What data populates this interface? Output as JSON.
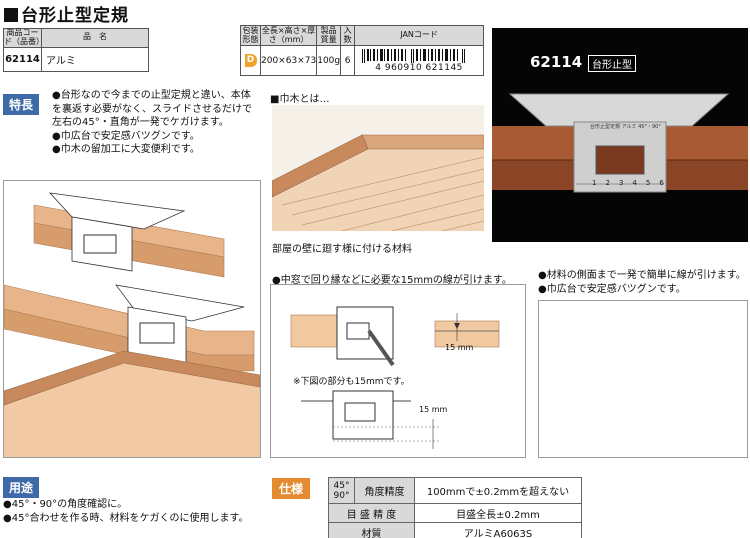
{
  "title": "台形止型定規",
  "product_table": {
    "headers": [
      "商品コード（品番）",
      "品　名"
    ],
    "row": [
      "62114",
      "アルミ"
    ]
  },
  "pack_table": {
    "headers": [
      "包装形態",
      "全長×高さ×厚さ（mm）",
      "製品質量",
      "入数",
      "JANコード"
    ],
    "row": [
      "D",
      "200×63×73",
      "100g",
      "6",
      "4 960910 621145"
    ]
  },
  "photo": {
    "code": "62114",
    "tag": "台形止型",
    "ruler_text": "台形止型定規 アルミ 45°・90°",
    "scale_numbers": [
      "1",
      "2",
      "3",
      "4",
      "5",
      "6"
    ]
  },
  "features": {
    "badge": "特長",
    "items": [
      "●台形なので今までの止型定規と違い、本体を裏返す必要がなく、スライドさせるだけで左右の45°・直角が一発でケガけます。",
      "●巾広台で安定感バツグンです。",
      "●巾木の留加工に大変便利です。"
    ]
  },
  "habaki": {
    "heading": "■巾木とは…",
    "caption": "部屋の壁に廻す様に付ける材料"
  },
  "center_section": {
    "heading": "●中窓で回り縁などに必要な15mmの線が引けます。",
    "dim1": "15 mm",
    "note": "※下図の部分も15mmです。",
    "dim2": "15 mm"
  },
  "right_section": {
    "items": [
      "●材料の側面まで一発で簡単に線が引けます。",
      "●巾広台で安定感バツグンです。"
    ]
  },
  "usage": {
    "badge": "用途",
    "items": [
      "●45°・90°の角度確認に。",
      "●45°合わせを作る時、材料をケガくのに使用します。"
    ]
  },
  "spec": {
    "badge": "仕様",
    "rows": [
      {
        "label": "45°\n90°",
        "key": "角度精度",
        "value": "100mmで±0.2mmを超えない"
      },
      {
        "label": "目 盛 精 度",
        "value": "目盛全長±0.2mm"
      },
      {
        "label": "材質",
        "value": "アルミA6063S"
      }
    ]
  }
}
